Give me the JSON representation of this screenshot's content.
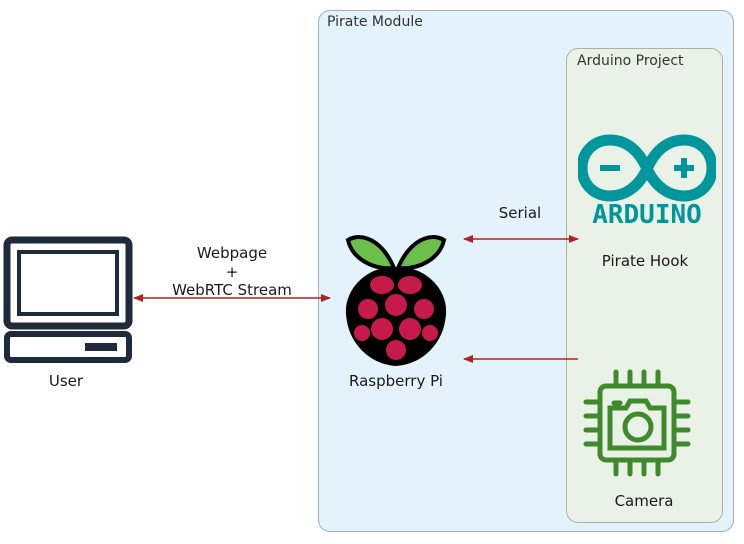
{
  "groups": {
    "outer_label": "Pirate Module",
    "inner_label": "Arduino Project"
  },
  "nodes": {
    "user": "User",
    "raspberry_pi": "Raspberry Pi",
    "pirate_hook": "Pirate Hook",
    "camera": "Camera",
    "arduino_logo_text": "ARDUINO"
  },
  "edges": {
    "user_pi_line1": "Webpage",
    "user_pi_line2": "+",
    "user_pi_line3": "WebRTC Stream",
    "pi_hook": "Serial"
  },
  "colors": {
    "outer_fill": "#e3f2fb",
    "inner_fill": "#eaf1e6",
    "arrow": "#b22222",
    "icon_dark": "#1f2a3a",
    "arduino_teal": "#00979c",
    "camera_green": "#3f8a2c",
    "raspberry_red": "#c51a4a",
    "raspberry_leaf": "#6cc04a"
  }
}
